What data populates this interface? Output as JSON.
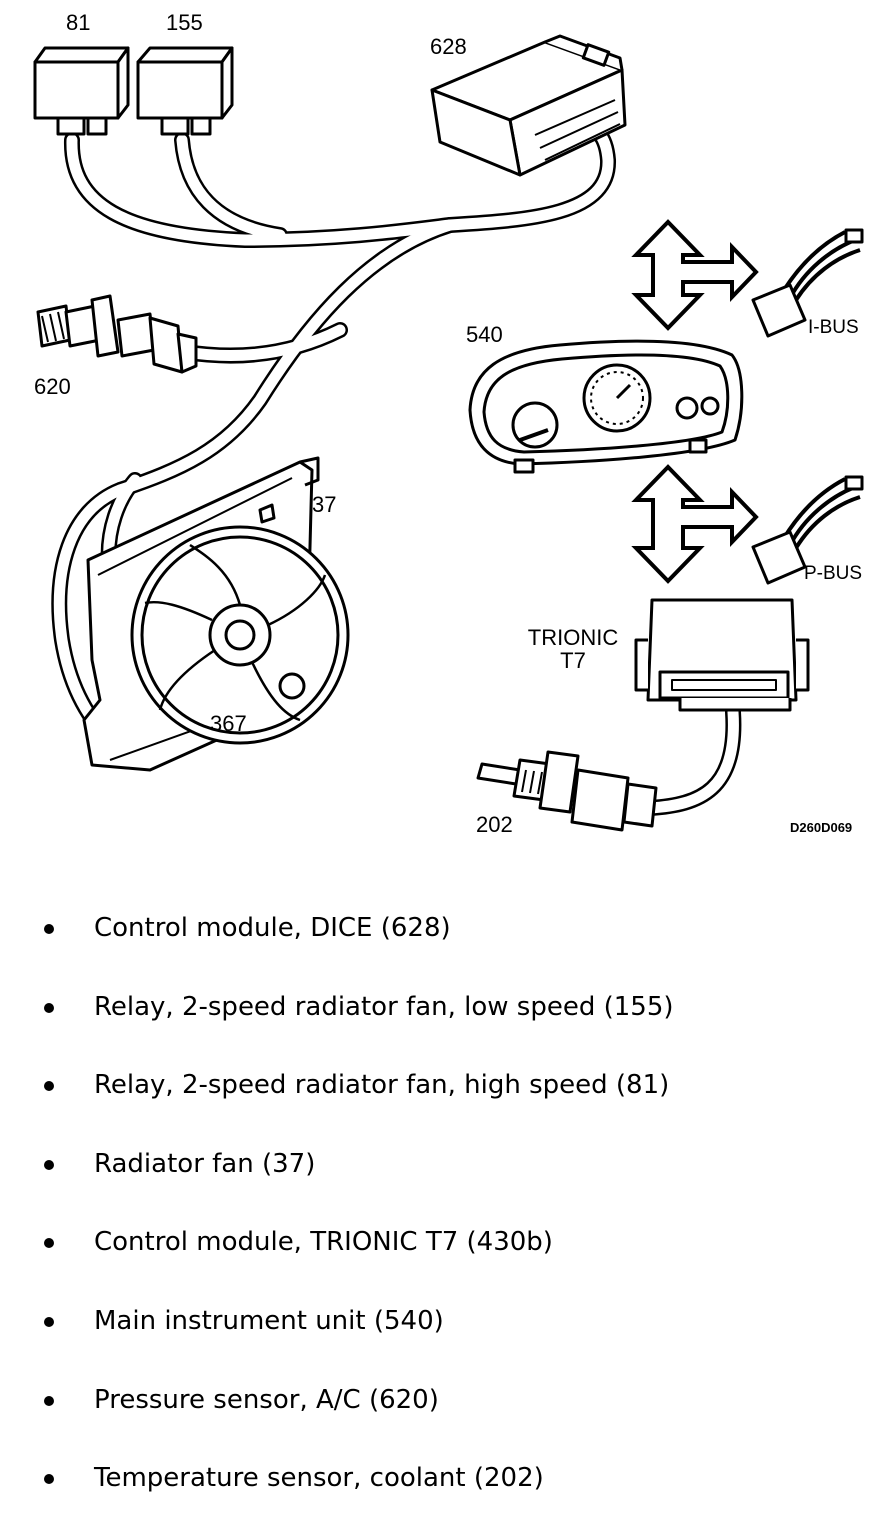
{
  "diagram": {
    "labels": {
      "relay_high": "81",
      "relay_low": "155",
      "dice": "628",
      "instrument": "540",
      "pressure_sensor": "620",
      "fan": "37",
      "fan_motor": "367",
      "temp_sensor": "202",
      "trionic_line1": "TRIONIC",
      "trionic_line2": "T7",
      "ibus": "I-BUS",
      "pbus": "P-BUS",
      "figure_code": "D260D069"
    }
  },
  "legend": [
    "Control module, DICE (628)",
    "Relay, 2-speed radiator fan, low speed (155)",
    "Relay, 2-speed radiator fan, high speed (81)",
    "Radiator fan (37)",
    "Control module, TRIONIC T7 (430b)",
    "Main instrument unit (540)",
    "Pressure sensor, A/C (620)",
    "Temperature sensor, coolant (202)"
  ]
}
